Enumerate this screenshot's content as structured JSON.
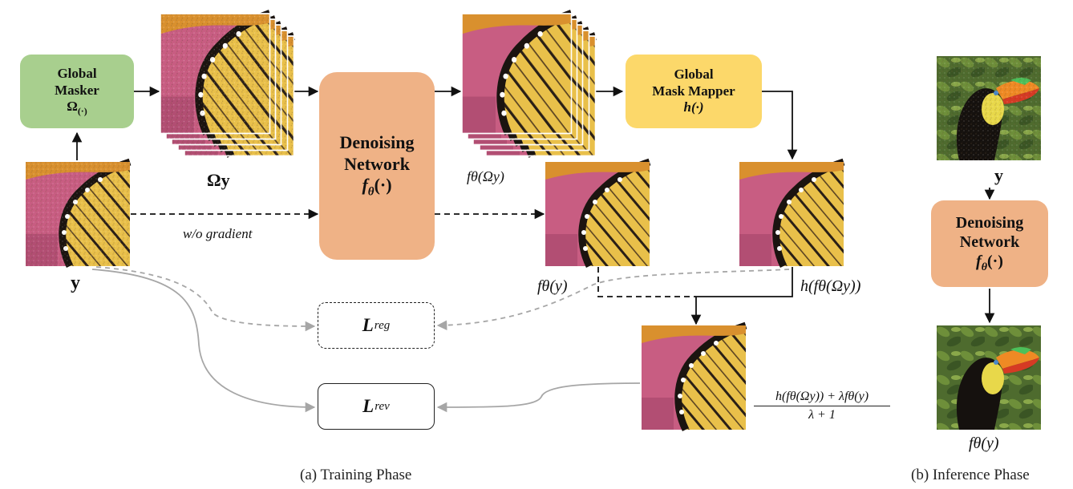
{
  "boxes": {
    "global_masker": {
      "line1": "Global",
      "line2": "Masker",
      "line3": "Ω",
      "line3_sub": "(·)"
    },
    "denoising_network": {
      "line1": "Denoising",
      "line2": "Network",
      "line3": "f",
      "line3_sub": "θ",
      "line3_arg": "(·)"
    },
    "global_mask_mapper": {
      "line1": "Global",
      "line2": "Mask Mapper",
      "line3": "h(·)"
    },
    "loss_reg": {
      "symbol": "L",
      "sub": "reg"
    },
    "loss_rev": {
      "symbol": "L",
      "sub": "rev"
    },
    "inference_network": {
      "line1": "Denoising",
      "line2": "Network",
      "line3": "f",
      "line3_sub": "θ",
      "line3_arg": "(·)"
    }
  },
  "labels": {
    "omega_y": "Ωy",
    "y_left": "y",
    "without_gradient": "w/o gradient",
    "f_omega_y": "fθ(Ωy)",
    "f_y": "fθ(y)",
    "h_f_omega_y": "h(fθ(Ωy))",
    "combined_numerator": "h(fθ(Ωy)) + λfθ(y)",
    "combined_denominator": "λ + 1",
    "y_inference": "y",
    "f_y_inference": "fθ(y)"
  },
  "captions": {
    "training": "(a) Training Phase",
    "inference": "(b) Inference Phase"
  },
  "colors": {
    "masker_green": "#a8cf8e",
    "mapper_yellow": "#fcd86a",
    "network_orange": "#efb286",
    "gray_path": "#a6a6a6"
  }
}
